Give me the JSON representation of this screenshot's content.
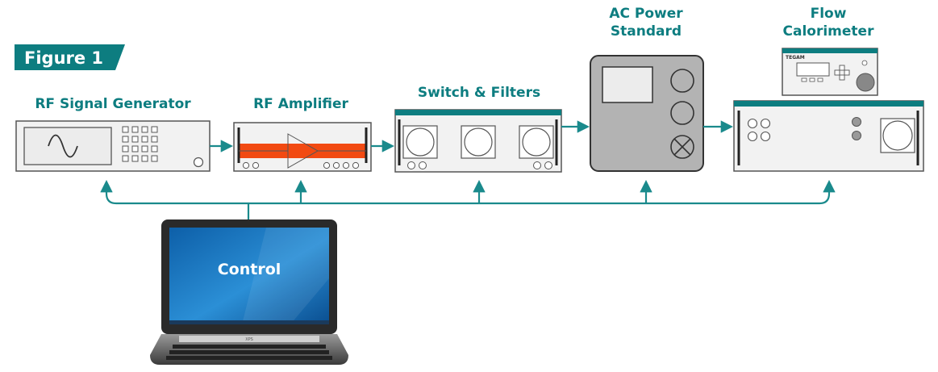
{
  "figure_label": "Figure 1",
  "devices": {
    "rf_signal_generator": "RF Signal Generator",
    "rf_amplifier": "RF Amplifier",
    "switch_filters": "Switch & Filters",
    "ac_power_line1": "AC Power",
    "ac_power_line2": "Standard",
    "flow_line1": "Flow",
    "flow_line2": "Calorimeter"
  },
  "laptop": {
    "screen_text": "Control",
    "brand": "XPS"
  },
  "calorimeter_brand": "TEGAM",
  "colors": {
    "accent": "#0d7d80",
    "wire": "#1a8a8c",
    "amplifier_band": "#f24a12",
    "device_body": "#f2f2f2",
    "device_border": "#555555",
    "ac_body": "#b3b3b3"
  },
  "icons": [
    "sine-wave-icon",
    "amplifier-triangle-icon",
    "crossed-circle-icon",
    "arrow-icon"
  ]
}
